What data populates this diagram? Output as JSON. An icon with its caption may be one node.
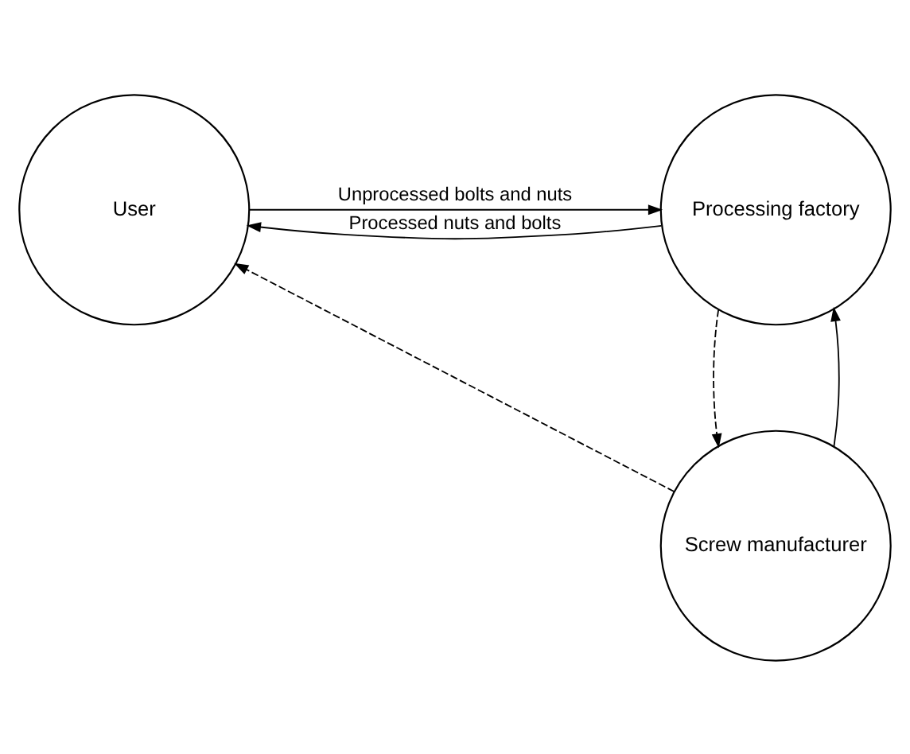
{
  "diagram": {
    "nodes": [
      {
        "text": [
          "User"
        ]
      },
      {
        "text": [
          "Processing factory"
        ]
      },
      {
        "text": [
          "Screw manufacturer"
        ]
      }
    ],
    "edges": [
      {
        "from": 0,
        "to": 1,
        "arrow": "to",
        "label": "Unprocessed bolts and nuts"
      },
      {
        "from": 1,
        "to": 0,
        "arrow": "to",
        "label": "Processed nuts and bolts"
      },
      {
        "from": 1,
        "to": 2,
        "arrow": "to",
        "style": "dashed"
      },
      {
        "from": 2,
        "to": 1,
        "arrow": "to"
      },
      {
        "from": 2,
        "to": 0,
        "arrow": "to",
        "style": "dashed"
      }
    ]
  }
}
